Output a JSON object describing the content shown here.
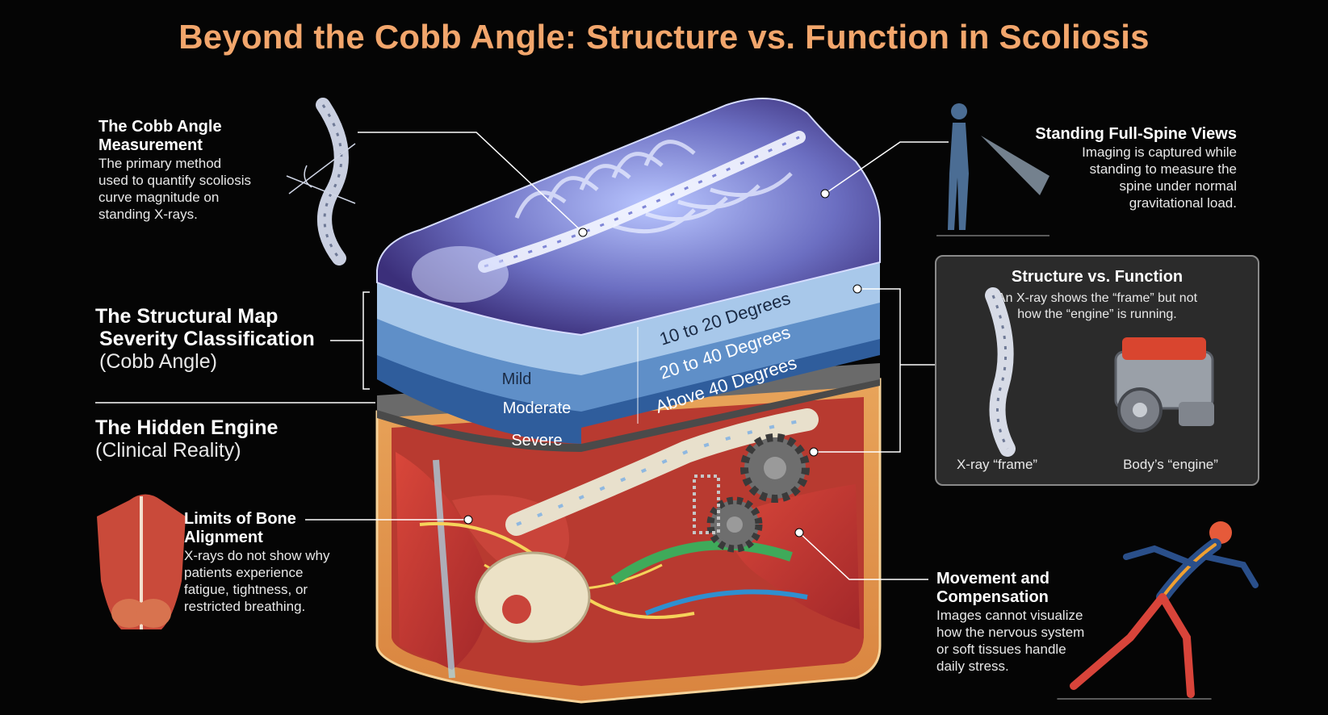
{
  "title": "Beyond the Cobb Angle: Structure vs. Function in Scoliosis",
  "cobb": {
    "heading_line1": "The Cobb Angle",
    "heading_line2": "Measurement",
    "desc_lines": [
      "The primary method",
      "used to quantify scoliosis",
      "curve magnitude on",
      "standing X-rays."
    ]
  },
  "standing": {
    "heading": "Standing Full-Spine Views",
    "desc_lines": [
      "Imaging is captured while",
      "standing to measure the",
      "spine under normal",
      "gravitational load."
    ]
  },
  "structural_map": {
    "line1": "The Structural Map",
    "line2": "Severity Classification",
    "line3": "(Cobb Angle)"
  },
  "hidden_engine": {
    "line1": "The Hidden Engine",
    "line2": "(Clinical Reality)"
  },
  "severity": [
    {
      "label": "Mild",
      "range": "10 to 20 Degrees",
      "color": "#a8c8ea"
    },
    {
      "label": "Moderate",
      "range": "20 to 40 Degrees",
      "color": "#5f8fc8"
    },
    {
      "label": "Severe",
      "range": "Above 40 Degrees",
      "color": "#2f5d9c"
    }
  ],
  "structure_function": {
    "heading": "Structure vs. Function",
    "desc_line1": "An X-ray shows the “frame” but not",
    "desc_line2": "how the “engine” is running.",
    "xray_caption": "X-ray “frame”",
    "engine_caption": "Body’s “engine”"
  },
  "limits": {
    "heading_line1": "Limits of Bone",
    "heading_line2": "Alignment",
    "desc_lines": [
      "X-rays do not show why",
      "patients experience",
      "fatigue, tightness, or",
      "restricted breathing."
    ]
  },
  "movement": {
    "heading_line1": "Movement and",
    "heading_line2": "Compensation",
    "desc_lines": [
      "Images cannot visualize",
      "how the nervous system",
      "or soft tissues handle",
      "daily stress."
    ]
  },
  "colors": {
    "title": "#f2a66c",
    "background": "#050505",
    "panel_bg": "#2b2b2b",
    "panel_border": "#8a8a8a"
  }
}
